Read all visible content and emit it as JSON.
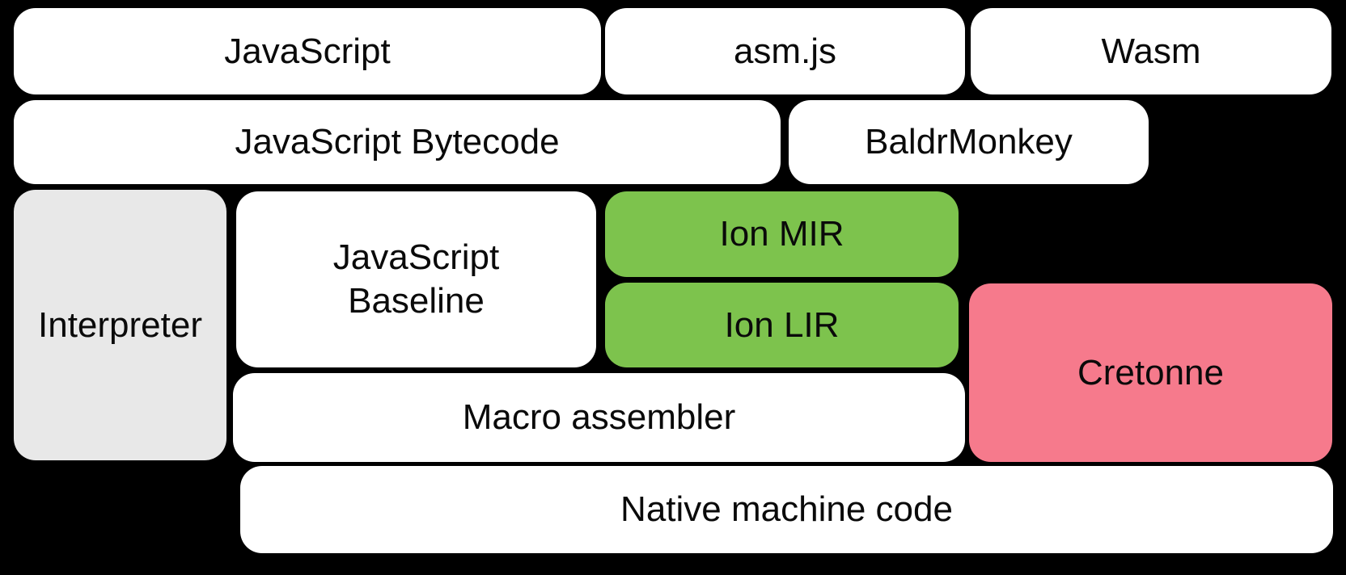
{
  "diagram": {
    "background": "#000000",
    "colors": {
      "box_white": "#ffffff",
      "box_gray": "#e8e8e8",
      "box_green": "#7dc34d",
      "box_pink": "#f67a8c",
      "text": "#0a0a0a"
    },
    "nodes": {
      "javascript": {
        "label": "JavaScript",
        "color_key": "box_white"
      },
      "asmjs": {
        "label": "asm.js",
        "color_key": "box_white"
      },
      "wasm": {
        "label": "Wasm",
        "color_key": "box_white"
      },
      "bytecode": {
        "label": "JavaScript Bytecode",
        "color_key": "box_white"
      },
      "baldrmonkey": {
        "label": "BaldrMonkey",
        "color_key": "box_white"
      },
      "interpreter": {
        "label": "Interpreter",
        "color_key": "box_gray"
      },
      "baseline": {
        "label": "JavaScript\nBaseline",
        "color_key": "box_white"
      },
      "ion_mir": {
        "label": "Ion MIR",
        "color_key": "box_green"
      },
      "ion_lir": {
        "label": "Ion LIR",
        "color_key": "box_green"
      },
      "cretonne": {
        "label": "Cretonne",
        "color_key": "box_pink"
      },
      "macro_asm": {
        "label": "Macro assembler",
        "color_key": "box_white"
      },
      "native": {
        "label": "Native machine code",
        "color_key": "box_white"
      }
    }
  }
}
